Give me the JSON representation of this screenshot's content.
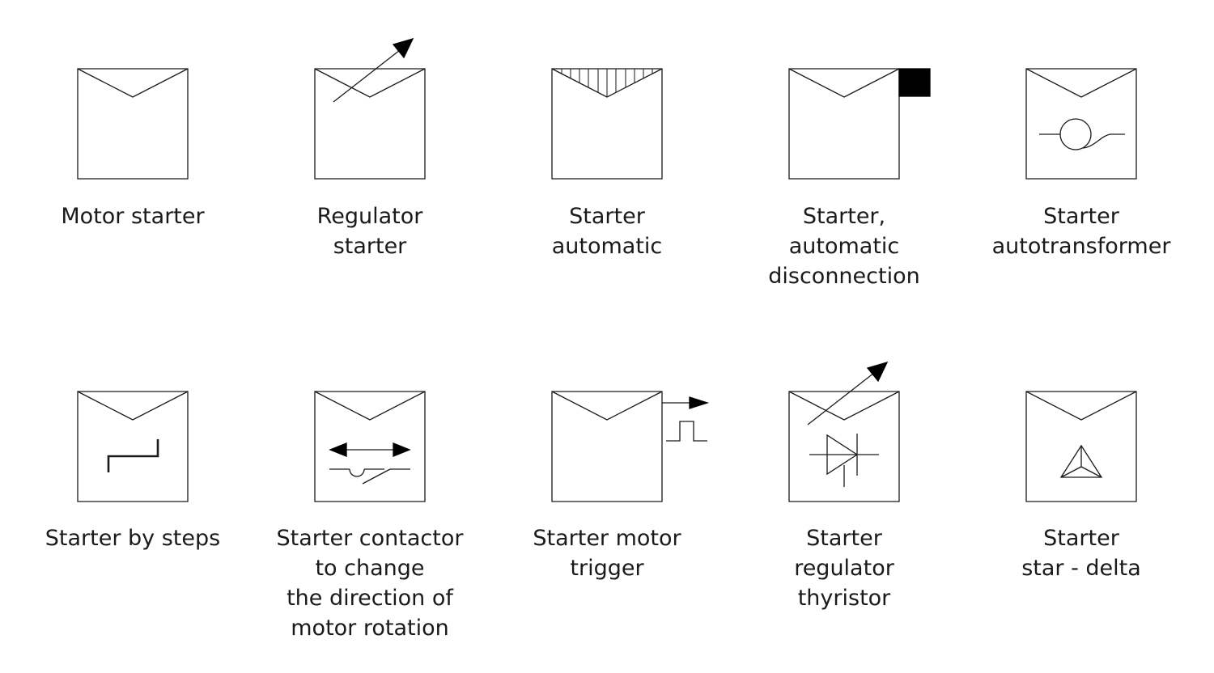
{
  "colors": {
    "stroke": "#1a1a1a",
    "fill": "#000000",
    "text": "#1a1a1a"
  },
  "symbols": [
    {
      "id": "motor-starter",
      "label_lines": [
        "Motor starter"
      ]
    },
    {
      "id": "regulator-starter",
      "label_lines": [
        "Regulator",
        "starter"
      ]
    },
    {
      "id": "starter-automatic",
      "label_lines": [
        "Starter",
        "automatic"
      ]
    },
    {
      "id": "starter-auto-disconnect",
      "label_lines": [
        "Starter,",
        "automatic",
        "disconnection"
      ]
    },
    {
      "id": "starter-autotransformer",
      "label_lines": [
        "Starter",
        "autotransformer"
      ]
    },
    {
      "id": "starter-by-steps",
      "label_lines": [
        "Starter by steps"
      ]
    },
    {
      "id": "starter-contactor",
      "label_lines": [
        "Starter contactor",
        "to change",
        "the direction of",
        "motor rotation"
      ]
    },
    {
      "id": "starter-motor-trigger",
      "label_lines": [
        "Starter motor",
        "trigger"
      ]
    },
    {
      "id": "starter-regulator-thyristor",
      "label_lines": [
        "Starter",
        "regulator",
        "thyristor"
      ]
    },
    {
      "id": "starter-star-delta",
      "label_lines": [
        "Starter",
        "star - delta"
      ]
    }
  ]
}
